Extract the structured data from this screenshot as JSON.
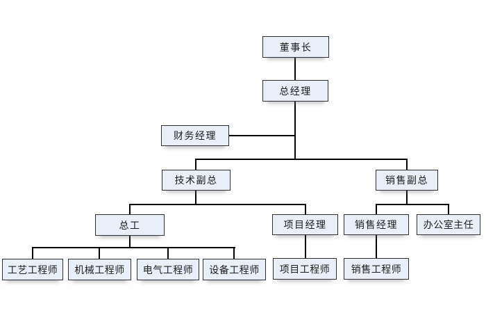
{
  "diagram": {
    "type": "org-chart",
    "nodes": {
      "chairman": {
        "label": "董事长"
      },
      "general_manager": {
        "label": "总经理"
      },
      "finance_manager": {
        "label": "财务经理"
      },
      "technical_deputy": {
        "label": "技术副总"
      },
      "sales_deputy": {
        "label": "销售副总"
      },
      "chief_engineer": {
        "label": "总工"
      },
      "project_manager": {
        "label": "项目经理"
      },
      "sales_manager": {
        "label": "销售经理"
      },
      "office_director": {
        "label": "办公室主任"
      },
      "process_engineer": {
        "label": "工艺工程师"
      },
      "mechanical_engineer": {
        "label": "机械工程师"
      },
      "electrical_engineer": {
        "label": "电气工程师"
      },
      "equipment_engineer": {
        "label": "设备工程师"
      },
      "project_engineer": {
        "label": "项目工程师"
      },
      "sales_engineer": {
        "label": "销售工程师"
      }
    },
    "hierarchy": [
      {
        "parent": "董事长",
        "child": "总经理"
      },
      {
        "parent": "总经理",
        "child": "财务经理"
      },
      {
        "parent": "总经理",
        "child": "技术副总"
      },
      {
        "parent": "总经理",
        "child": "销售副总"
      },
      {
        "parent": "技术副总",
        "child": "总工"
      },
      {
        "parent": "技术副总",
        "child": "项目经理"
      },
      {
        "parent": "销售副总",
        "child": "销售经理"
      },
      {
        "parent": "销售副总",
        "child": "办公室主任"
      },
      {
        "parent": "总工",
        "child": "工艺工程师"
      },
      {
        "parent": "总工",
        "child": "机械工程师"
      },
      {
        "parent": "总工",
        "child": "电气工程师"
      },
      {
        "parent": "总工",
        "child": "设备工程师"
      },
      {
        "parent": "项目经理",
        "child": "项目工程师"
      },
      {
        "parent": "销售经理",
        "child": "销售工程师"
      }
    ],
    "colors": {
      "box_fill": "#e9eff8",
      "box_border": "#2f2f2f",
      "connector": "#000000",
      "text": "#1c1c1c",
      "background": "#ffffff"
    }
  }
}
